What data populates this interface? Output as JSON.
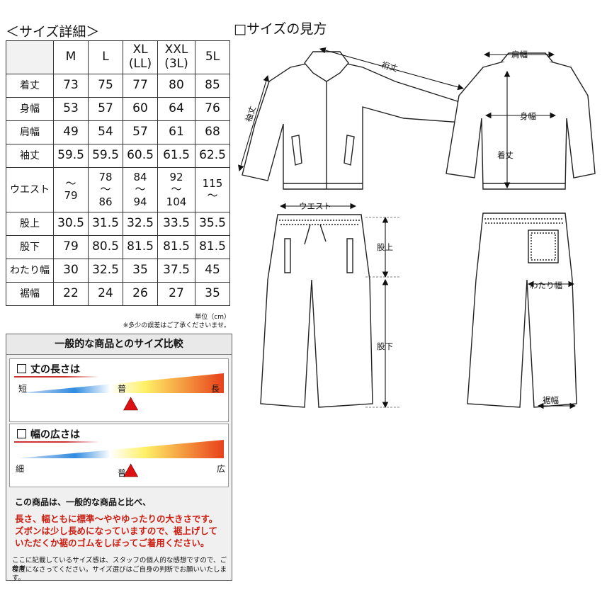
{
  "size_table": {
    "title": "＜サイズ詳細＞",
    "columns": [
      "M",
      "L",
      "XL\n(LL)",
      "XXL\n(3L)",
      "5L"
    ],
    "rows": [
      {
        "label": "着丈",
        "values": [
          "73",
          "75",
          "77",
          "80",
          "85"
        ]
      },
      {
        "label": "身幅",
        "values": [
          "53",
          "57",
          "60",
          "64",
          "76"
        ]
      },
      {
        "label": "肩幅",
        "values": [
          "49",
          "54",
          "57",
          "61",
          "68"
        ]
      },
      {
        "label": "袖丈",
        "values": [
          "59.5",
          "59.5",
          "60.5",
          "61.5",
          "62.5"
        ]
      },
      {
        "label": "ウエスト",
        "values": [
          "〜\n79",
          "78\n〜\n86",
          "84\n〜\n94",
          "92\n〜\n104",
          "115\n〜"
        ]
      },
      {
        "label": "股上",
        "values": [
          "30.5",
          "31.5",
          "32.5",
          "33.5",
          "35.5"
        ]
      },
      {
        "label": "股下",
        "values": [
          "79",
          "80.5",
          "81.5",
          "81.5",
          "81.5"
        ]
      },
      {
        "label": "わたり幅",
        "values": [
          "30",
          "32.5",
          "35",
          "37.5",
          "45"
        ]
      },
      {
        "label": "裾幅",
        "values": [
          "22",
          "24",
          "26",
          "27",
          "35"
        ]
      }
    ],
    "unit": "単位（cm）",
    "note": "※多少の誤差はご了承くださいませ。"
  },
  "guide": {
    "title": "□サイズの見方",
    "labels": {
      "sleeve_span": "裄丈",
      "sleeve": "袖丈",
      "shoulder": "肩幅",
      "chest": "身幅",
      "length": "着丈",
      "waist": "ウエスト",
      "rise": "股上",
      "inseam": "股下",
      "thigh": "わたり幅",
      "hem": "裾幅"
    }
  },
  "comparison": {
    "title": "一般的な商品とのサイズ比較",
    "length": {
      "label": "丈の長さは",
      "left": "短",
      "mid": "普",
      "right": "長",
      "value": 0.55
    },
    "width": {
      "label": "幅の広さは",
      "left": "細",
      "mid": "普",
      "right": "広",
      "value": 0.55
    },
    "desc_black": "この商品は、一般的な商品と比べ、",
    "desc_red": [
      "長さ、幅ともに標準〜ややゆったりの大きさです。",
      "ズボンは少し長めになっていますので、裾上げして",
      "いただくか裾のゴムをしぼってご着用ください。"
    ],
    "disclaimer": [
      "ここに記載しているサイズ感は、スタッフの個人的な感想ですので、ご参考",
      "程度になさってください。サイズ選びはご自身の判断でお願いいたします。"
    ],
    "colors": {
      "accent": "#cc1f12",
      "gradient": [
        "#1e6fd0",
        "#ffffff",
        "#fff066",
        "#e8401a"
      ]
    }
  }
}
